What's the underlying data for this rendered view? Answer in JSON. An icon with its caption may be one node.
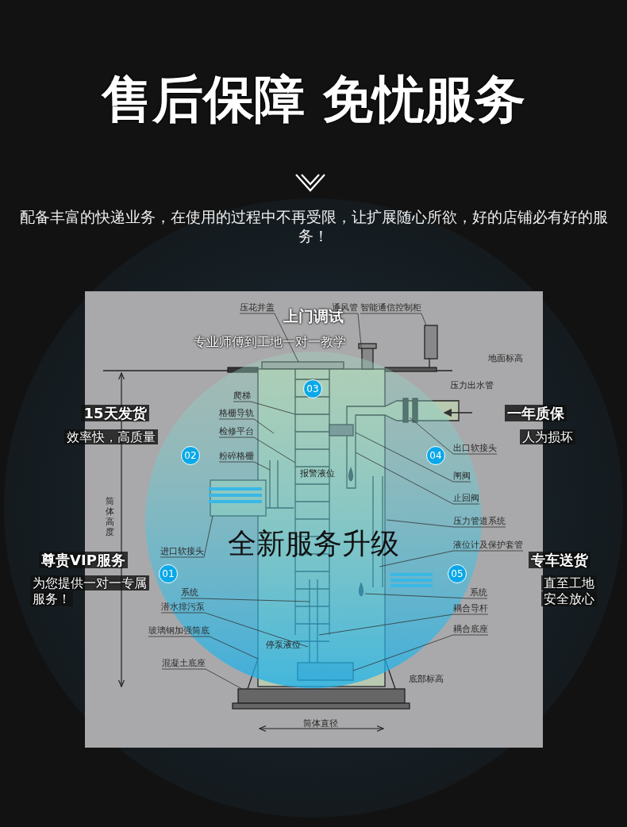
{
  "diagram": {
    "title": "售后保障 免忧服务",
    "nodes": [
      {
        "text": [
          "压花井盖"
        ]
      },
      {
        "text": [
          "通风管"
        ]
      },
      {
        "text": [
          "智能通信控制柜"
        ]
      },
      {
        "text": [
          "爬梯"
        ]
      },
      {
        "text": [
          "格栅导轨"
        ]
      },
      {
        "text": [
          "检修平台"
        ]
      },
      {
        "text": [
          "粉碎格栅"
        ]
      },
      {
        "text": [
          "进口软接头"
        ]
      },
      {
        "text": [
          "系统"
        ]
      },
      {
        "text": [
          "潜水排污泵"
        ]
      },
      {
        "text": [
          "玻璃钢加强筒底"
        ]
      },
      {
        "text": [
          "混凝土底座"
        ]
      },
      {
        "text": [
          "出口软接头"
        ]
      },
      {
        "text": [
          "闸阀"
        ]
      },
      {
        "text": [
          "止回阀"
        ]
      },
      {
        "text": [
          "压力管道系统"
        ]
      },
      {
        "text": [
          "液位计及保护套管"
        ]
      },
      {
        "text": [
          "系统"
        ]
      },
      {
        "text": [
          "耦合导杆"
        ]
      },
      {
        "text": [
          "耦合底座"
        ]
      }
    ],
    "edges": [
      {
        "from": 0,
        "to": null,
        "arrow": "none"
      },
      {
        "from": 1,
        "to": null,
        "arrow": "none"
      },
      {
        "from": 2,
        "to": null,
        "arrow": "none"
      },
      {
        "from": 3,
        "to": null,
        "arrow": "none"
      },
      {
        "from": 4,
        "to": null,
        "arrow": "none"
      },
      {
        "from": 5,
        "to": null,
        "arrow": "none"
      },
      {
        "from": 6,
        "to": null,
        "arrow": "none"
      },
      {
        "from": 7,
        "to": null,
        "arrow": "none"
      },
      {
        "from": 8,
        "to": null,
        "arrow": "none"
      },
      {
        "from": 9,
        "to": null,
        "arrow": "none"
      },
      {
        "from": 10,
        "to": null,
        "arrow": "none"
      },
      {
        "from": 11,
        "to": null,
        "arrow": "none"
      },
      {
        "from": 12,
        "to": null,
        "arrow": "none"
      },
      {
        "from": 13,
        "to": null,
        "arrow": "none"
      },
      {
        "from": 14,
        "to": null,
        "arrow": "none"
      },
      {
        "from": 15,
        "to": null,
        "arrow": "none"
      },
      {
        "from": 16,
        "to": null,
        "arrow": "none"
      },
      {
        "from": 17,
        "to": null,
        "arrow": "none"
      },
      {
        "from": 18,
        "to": null,
        "arrow": "none"
      },
      {
        "from": 19,
        "to": null,
        "arrow": "none"
      }
    ],
    "labels": [
      "配备丰富的快递业务，在使用的过程中不再受限，让扩展随心所欲，好的店铺必有好的服务！",
      "上门调试",
      "专业师傅到工地一对一教学",
      "地面标高",
      "03",
      "压力出水管",
      "15天发货",
      "效率快，高质量",
      "一年质保",
      "人为损坏",
      "02",
      "04",
      "报警液位",
      "全新服务升级",
      "筒体高度",
      "尊贵VIP服务",
      "专车送货",
      "为您提供一对一专属服务！",
      "01",
      "05",
      "直至工地安全放心",
      "停泵液位",
      "底部标高",
      "筒体直径"
    ]
  }
}
